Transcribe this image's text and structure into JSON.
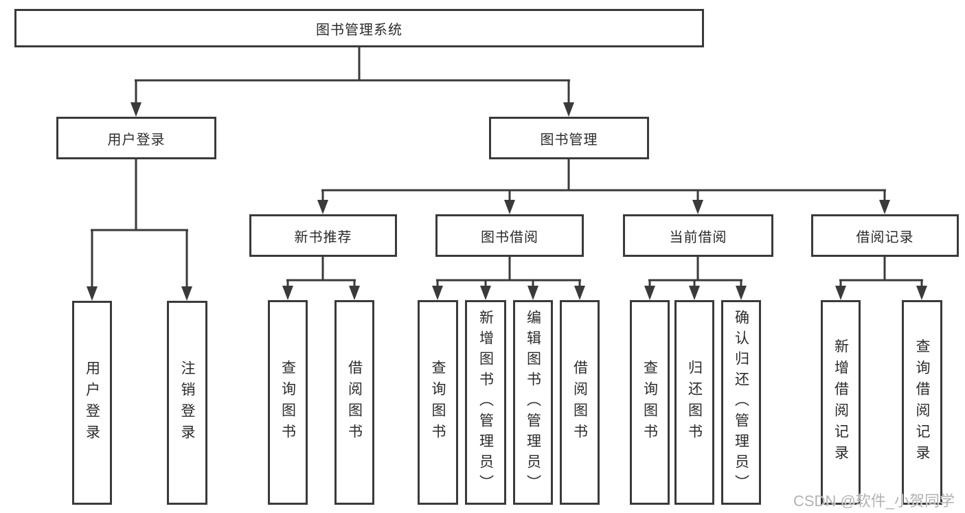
{
  "diagram": {
    "root": "图书管理系统",
    "level2": [
      {
        "label": "用户登录",
        "children": [
          "用户登录",
          "注销登录"
        ]
      },
      {
        "label": "图书管理",
        "children": [
          {
            "label": "新书推荐",
            "children": [
              "查询图书",
              "借阅图书"
            ]
          },
          {
            "label": "图书借阅",
            "children": [
              "查询图书",
              "新增图书（管理员）",
              "编辑图书（管理员）",
              "借阅图书"
            ]
          },
          {
            "label": "当前借阅",
            "children": [
              "查询图书",
              "归还图书",
              "确认归还（管理员）"
            ]
          },
          {
            "label": "借阅记录",
            "children": [
              "新增借阅记录",
              "查询借阅记录"
            ]
          }
        ]
      }
    ]
  },
  "watermark": {
    "text": "CSDN @软件_小贺同学"
  },
  "colors": {
    "line": "#3a3a3a",
    "border": "#3a3a3a",
    "text": "#2b2b2b",
    "watermark": "#b2b2b2",
    "background": "#ffffff"
  }
}
